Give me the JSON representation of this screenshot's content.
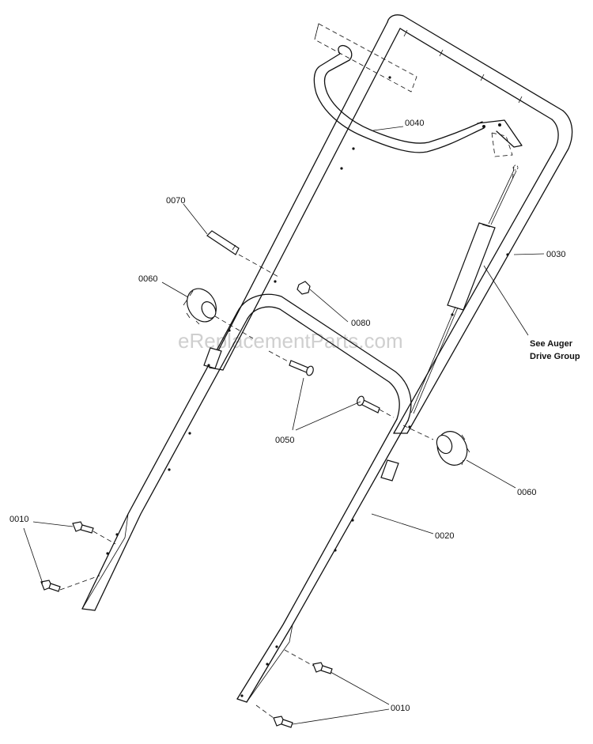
{
  "watermark": "eReplacementParts.com",
  "callouts": {
    "c0010_left": "0010",
    "c0010_right": "0010",
    "c0020": "0020",
    "c0030": "0030",
    "c0040": "0040",
    "c0050": "0050",
    "c0060_left": "0060",
    "c0060_right": "0060",
    "c0070": "0070",
    "c0080": "0080"
  },
  "note": {
    "line1": "See Auger",
    "line2": "Drive Group"
  }
}
